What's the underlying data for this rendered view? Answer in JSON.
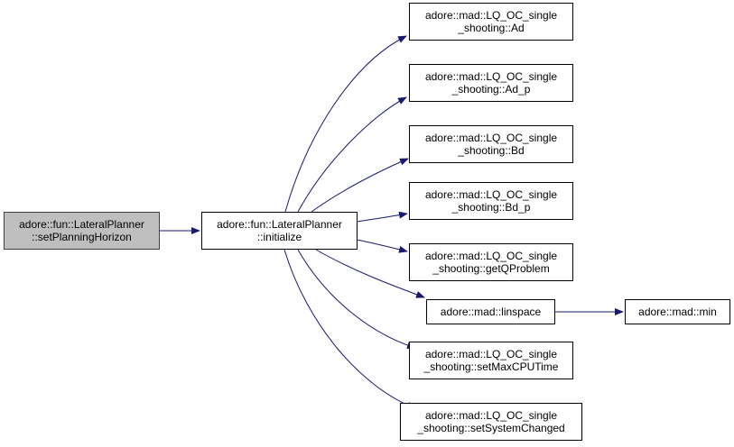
{
  "diagram": {
    "type": "call-graph",
    "colors": {
      "edge": "#191970",
      "root_fill": "#bfbfbf",
      "node_fill": "#ffffff",
      "border": "#000000"
    },
    "nodes": [
      {
        "id": "setPlanningHorizon",
        "lines": [
          "adore::fun::LateralPlanner",
          "::setPlanningHorizon"
        ],
        "root": true
      },
      {
        "id": "initialize",
        "lines": [
          "adore::fun::LateralPlanner",
          "::initialize"
        ]
      },
      {
        "id": "Ad",
        "lines": [
          "adore::mad::LQ_OC_single",
          "_shooting::Ad"
        ]
      },
      {
        "id": "Ad_p",
        "lines": [
          "adore::mad::LQ_OC_single",
          "_shooting::Ad_p"
        ]
      },
      {
        "id": "Bd",
        "lines": [
          "adore::mad::LQ_OC_single",
          "_shooting::Bd"
        ]
      },
      {
        "id": "Bd_p",
        "lines": [
          "adore::mad::LQ_OC_single",
          "_shooting::Bd_p"
        ]
      },
      {
        "id": "getQProblem",
        "lines": [
          "adore::mad::LQ_OC_single",
          "_shooting::getQProblem"
        ]
      },
      {
        "id": "linspace",
        "lines": [
          "adore::mad::linspace"
        ]
      },
      {
        "id": "min",
        "lines": [
          "adore::mad::min"
        ]
      },
      {
        "id": "setMaxCPUTime",
        "lines": [
          "adore::mad::LQ_OC_single",
          "_shooting::setMaxCPUTime"
        ]
      },
      {
        "id": "setSystemChanged",
        "lines": [
          "adore::mad::LQ_OC_single",
          "_shooting::setSystemChanged"
        ]
      }
    ],
    "edges": [
      {
        "from": "setPlanningHorizon",
        "to": "initialize"
      },
      {
        "from": "initialize",
        "to": "Ad"
      },
      {
        "from": "initialize",
        "to": "Ad_p"
      },
      {
        "from": "initialize",
        "to": "Bd"
      },
      {
        "from": "initialize",
        "to": "Bd_p"
      },
      {
        "from": "initialize",
        "to": "getQProblem"
      },
      {
        "from": "initialize",
        "to": "linspace"
      },
      {
        "from": "initialize",
        "to": "setMaxCPUTime"
      },
      {
        "from": "initialize",
        "to": "setSystemChanged"
      },
      {
        "from": "linspace",
        "to": "min"
      }
    ]
  }
}
